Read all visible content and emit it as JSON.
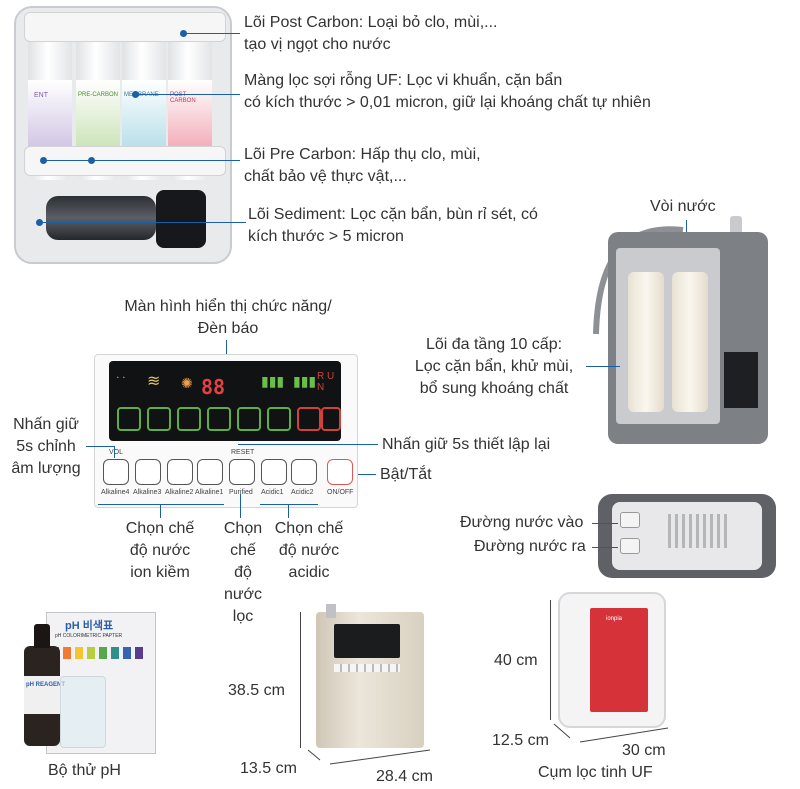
{
  "filter_labels": {
    "post_carbon": [
      "Lõi Post Carbon: Loại bỏ clo, mùi,...",
      "tạo vị ngọt cho nước"
    ],
    "uf": [
      "Màng lọc sợi rỗng UF: Lọc vi khuẩn, cặn bẩn",
      "có kích thước > 0,01 micron, giữ lại khoáng chất tự nhiên"
    ],
    "pre_carbon": [
      "Lõi Pre Carbon: Hấp thụ clo, mùi,",
      "chất bảo vệ thực vật,..."
    ],
    "sediment": [
      "Lõi Sediment: Lọc cặn bẩn, bùn rỉ sét, có",
      "kích thước > 5 micron"
    ]
  },
  "cartridge_texts": [
    "ENT",
    "PRE-CARBON",
    "MEMBRANE",
    "POST-CARBON"
  ],
  "faucet_label": "Vòi nước",
  "multi_layer_label": [
    "Lõi đa tầng 10 cấp:",
    "Lọc cặn bẩn, khử mùi,",
    "bổ sung khoáng chất"
  ],
  "panel": {
    "display_title": [
      "Màn hình hiển thị chức năng/",
      "Đèn báo"
    ],
    "digits": "88",
    "vol_tag": "VOL",
    "reset_tag": "RESET",
    "buttons": [
      "Alkaline4",
      "Alkaline3",
      "Alkaline2",
      "Alkaline1",
      "Purified",
      "Acidic1",
      "Acidic2",
      "ON/OFF"
    ],
    "hold_volume": [
      "Nhấn giữ",
      "5s chỉnh",
      "âm lượng"
    ],
    "hold_reset": "Nhấn giữ 5s thiết lập lại",
    "power": "Bật/Tắt",
    "alkaline_mode": [
      "Chọn chế",
      "độ nước",
      "ion kiềm"
    ],
    "filtered_mode": [
      "Chọn",
      "chế",
      "độ",
      "nước",
      "lọc"
    ],
    "acidic_mode": [
      "Chọn chế",
      "độ nước",
      "acidic"
    ]
  },
  "water_in": "Đường nước vào",
  "water_out": "Đường nước ra",
  "test_kit": {
    "title": "pH 비색표",
    "subtitle": "pH COLORIMETRIC PAPTER",
    "bottle": "pH REAGENT",
    "caption": "Bộ thử pH",
    "swatches": [
      "#e23b3b",
      "#f07b2e",
      "#f5c433",
      "#b7cf3e",
      "#56a84a",
      "#2f8f8a",
      "#3565b0",
      "#5a3c8f"
    ]
  },
  "ionizer_dims": {
    "height": "38.5 cm",
    "depth": "13.5 cm",
    "width": "28.4 cm"
  },
  "uf_unit": {
    "height": "40 cm",
    "depth": "12.5 cm",
    "width": "30 cm",
    "caption": "Cụm lọc tinh UF",
    "brand": "ionpia"
  },
  "colors": {
    "leader_line": "#1a5fa8",
    "display_red": "#e84040",
    "display_green": "#5fae44",
    "uf_face": "#d6323a"
  }
}
